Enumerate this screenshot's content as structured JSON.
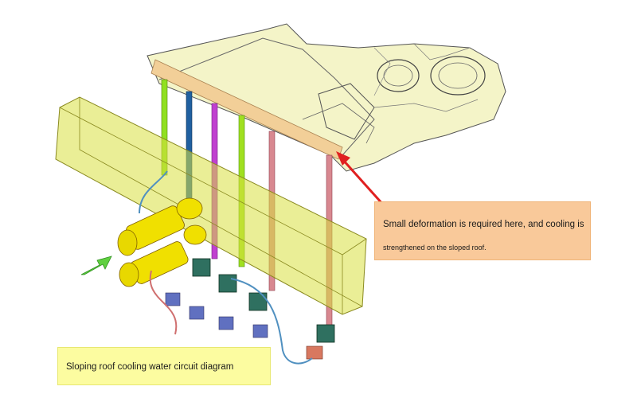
{
  "diagram": {
    "callout": {
      "line1": "Small deformation is required here, and cooling is",
      "line2": "strengthened on the sloped roof."
    },
    "caption": "Sloping roof cooling water circuit diagram",
    "colors": {
      "mold_body": "#e8e880",
      "manifold": "#d8e040",
      "callout_bg": "#f9c99a",
      "caption_bg": "#fcfca0",
      "arrow_red": "#e02020",
      "arrow_green": "#60d040",
      "connector_yellow": "#f0e000",
      "valve_green": "#2f7060",
      "pipe_colors": [
        "#90e020",
        "#2060a0",
        "#c040d0",
        "#a0e020",
        "#d88890",
        "#d88890"
      ]
    }
  }
}
